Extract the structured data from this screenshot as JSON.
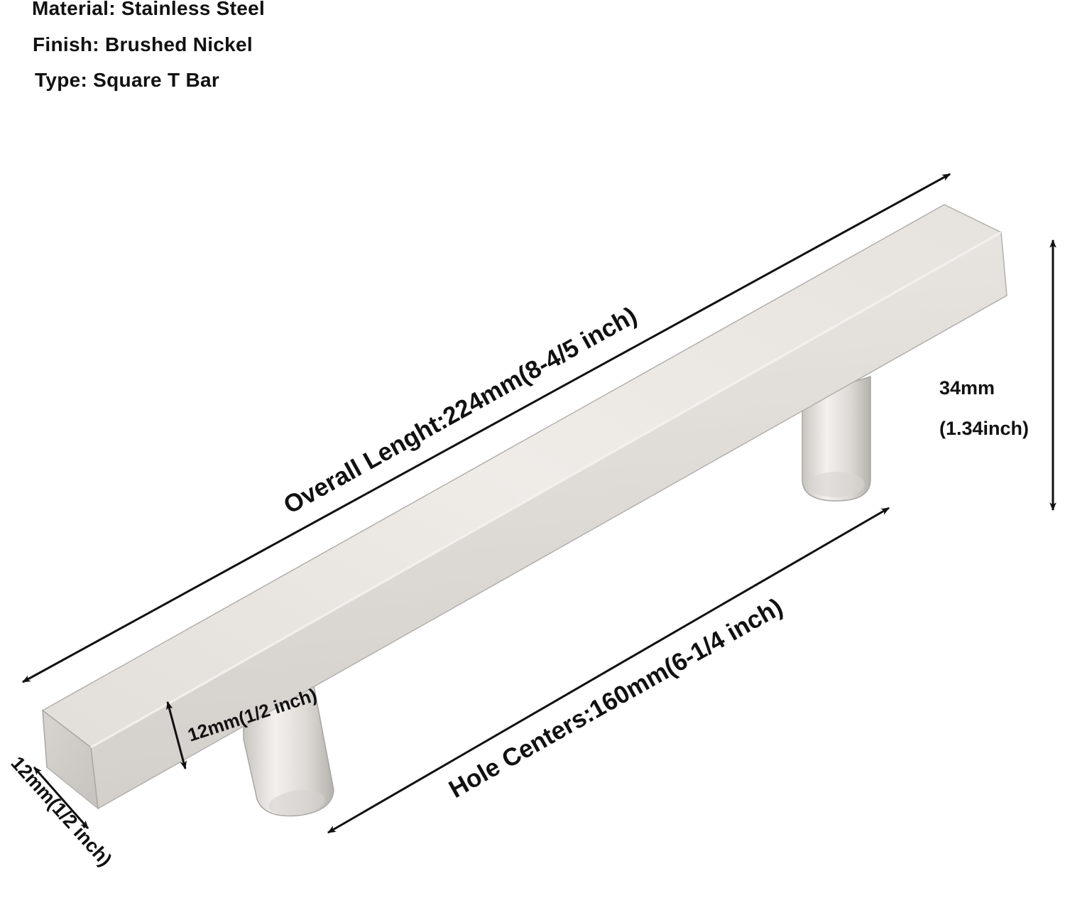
{
  "specs": {
    "material": "Material: Stainless Steel",
    "finish": "Finish: Brushed Nickel",
    "type": "Type: Square T Bar"
  },
  "dimensions": {
    "overall_length": "Overall Lenght:224mm(8-4/5 inch)",
    "hole_centers": "Hole Centers:160mm(6-1/4 inch)",
    "bar_height": "12mm(1/2 inch)",
    "bar_width": "12mm(1/2 inch)",
    "projection_mm": "34mm",
    "projection_inch": "(1.34inch)"
  },
  "colors": {
    "text": "#111111",
    "arrow": "#111111",
    "steel_light": "#f1eeeb",
    "steel_mid": "#dcd8d4",
    "steel_dark": "#b9b5b1"
  }
}
